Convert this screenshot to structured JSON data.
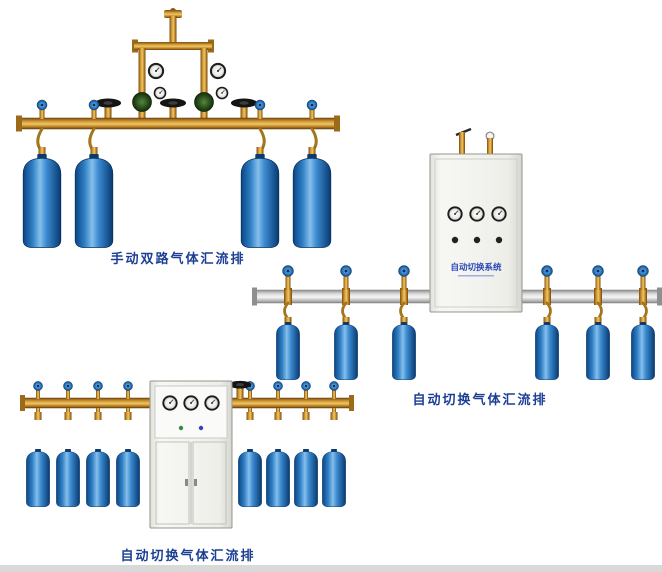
{
  "colors": {
    "page-bg": "#ffffff",
    "caption-color": "#1c3f94",
    "cylinder-blue": "#2f7fc4",
    "brass-gold": "#cf9733",
    "pipe-silver": "#dcdcdc",
    "cabinet-label-blue": "#2b49b5"
  },
  "products": [
    {
      "caption": "手动双路气体汇流排",
      "cylinder_count": 4,
      "gauge_count": 4,
      "handwheel_count": 3
    },
    {
      "caption": "自动切换气体汇流排",
      "cabinet_label": "自动切换系统",
      "cylinder_count": 6,
      "gauge_count": 3
    },
    {
      "caption": "自动切换气体汇流排",
      "cylinder_count": 8,
      "gauge_count": 3
    }
  ]
}
